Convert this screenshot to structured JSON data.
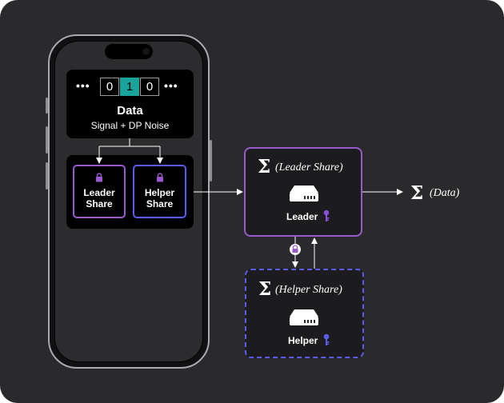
{
  "data_panel": {
    "dots_left": "•••",
    "dots_right": "•••",
    "bits": [
      "0",
      "1",
      "0"
    ],
    "title": "Data",
    "subtitle": "Signal + DP Noise"
  },
  "shares": {
    "leader_line1": "Leader",
    "leader_line2": "Share",
    "helper_line1": "Helper",
    "helper_line2": "Share"
  },
  "leader_server": {
    "sigma": "Σ",
    "expr": "(Leader Share)",
    "label": "Leader"
  },
  "helper_server": {
    "sigma": "Σ",
    "expr": "(Helper Share)",
    "label": "Helper"
  },
  "output": {
    "sigma": "Σ",
    "expr": "(Data)"
  },
  "colors": {
    "background": "#2a2a2c",
    "leader_accent": "#9b59d0",
    "helper_accent": "#5b5bf0",
    "active_bit": "#1aa39a",
    "key": "#8a4fd8"
  }
}
